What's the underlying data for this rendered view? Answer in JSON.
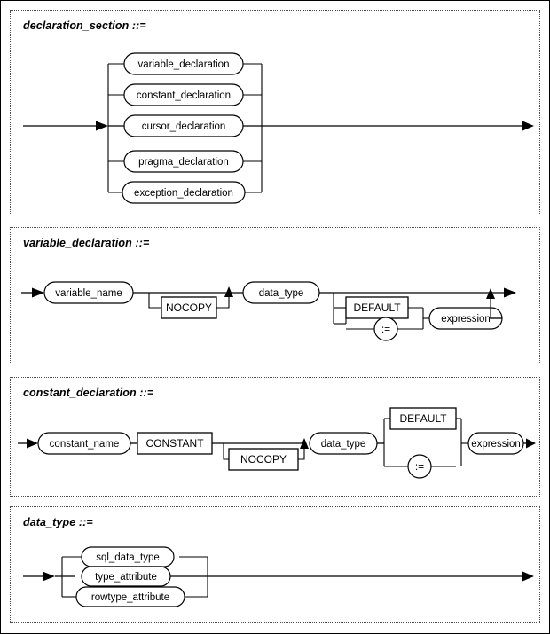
{
  "document": {
    "kind": "railroad-syntax-diagram",
    "title": "PL/SQL declaration syntax diagrams",
    "border_color": "#000000",
    "panel_border_color": "#4a4a4a",
    "line_color": "#000000",
    "background": "#ffffff"
  },
  "panels": [
    {
      "id": "declaration_section",
      "title": "declaration_section ::=",
      "alternatives": [
        {
          "label": "variable_declaration",
          "shape": "pill"
        },
        {
          "label": "constant_declaration",
          "shape": "pill"
        },
        {
          "label": "cursor_declaration",
          "shape": "pill"
        },
        {
          "label": "pragma_declaration",
          "shape": "pill"
        },
        {
          "label": "exception_declaration",
          "shape": "pill"
        }
      ],
      "main_line_alternative_index": 2
    },
    {
      "id": "variable_declaration",
      "title": "variable_declaration ::=",
      "sequence": [
        {
          "label": "variable_name",
          "shape": "pill"
        },
        {
          "label": "NOCOPY",
          "shape": "box",
          "optional": true
        },
        {
          "label": "data_type",
          "shape": "pill"
        },
        {
          "label": "DEFAULT",
          "shape": "box",
          "optional_group": true
        },
        {
          "label": ":=",
          "shape": "circle",
          "optional_group": true
        },
        {
          "label": "expression",
          "shape": "pill",
          "optional_group": true
        }
      ]
    },
    {
      "id": "constant_declaration",
      "title": "constant_declaration ::=",
      "sequence": [
        {
          "label": "constant_name",
          "shape": "pill"
        },
        {
          "label": "CONSTANT",
          "shape": "box"
        },
        {
          "label": "NOCOPY",
          "shape": "box",
          "optional": true
        },
        {
          "label": "data_type",
          "shape": "pill"
        },
        {
          "label": "DEFAULT",
          "shape": "box",
          "choice": true
        },
        {
          "label": ":=",
          "shape": "circle",
          "choice": true
        },
        {
          "label": "expression",
          "shape": "pill"
        }
      ]
    },
    {
      "id": "data_type",
      "title": "data_type ::=",
      "alternatives": [
        {
          "label": "sql_data_type",
          "shape": "pill"
        },
        {
          "label": "type_attribute",
          "shape": "pill"
        },
        {
          "label": "rowtype_attribute",
          "shape": "pill"
        }
      ],
      "main_line_alternative_index": 1
    }
  ]
}
